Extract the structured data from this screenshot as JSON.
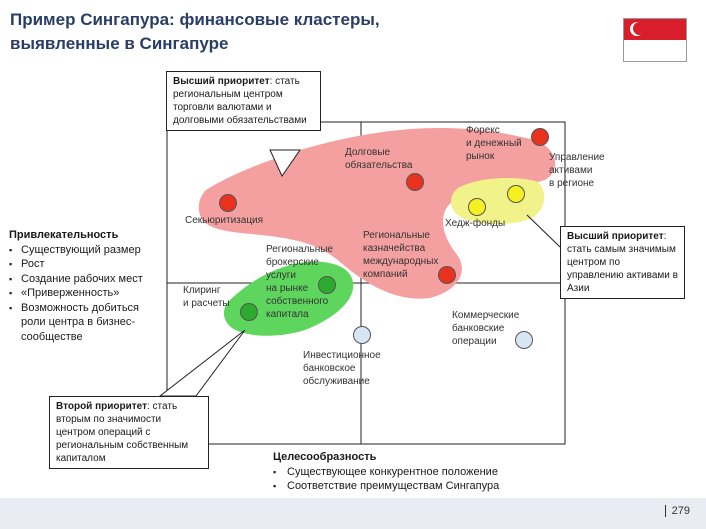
{
  "title": {
    "line1": "Пример Сингапура: финансовые кластеры,",
    "line2": "выявленные в Сингапуре"
  },
  "labels": {
    "dolg": [
      "Долговые",
      "обязательства"
    ],
    "forex": [
      "Форекс",
      "и денежный",
      "рынок"
    ],
    "asset": [
      "Управление",
      "активами",
      "в регионе"
    ],
    "sec": "Секьюритизация",
    "hedge": "Хедж-фонды",
    "broker": [
      "Региональные",
      "брокерские",
      "услуги",
      "на рынке",
      "собственного",
      "капитала"
    ],
    "treasury": [
      "Региональные",
      "казначейства",
      "международных",
      "компаний"
    ],
    "clearing": [
      "Клиринг",
      "и расчеты"
    ],
    "commercial": [
      "Коммерческие",
      "банковские",
      "операции"
    ],
    "investment": [
      "Инвестиционное",
      "банковское",
      "обслуживание"
    ]
  },
  "callouts": {
    "top": {
      "bold": "Высший приоритет",
      "rest": ": стать региональным центром торговли валютами и долговыми обязательствами"
    },
    "right": {
      "bold": "Высший приоритет",
      "rest": ": стать самым значимым центром по управлению активами в Азии"
    },
    "left": {
      "bold": "Второй приоритет",
      "rest": ": стать вторым по значимости центром операций с региональным собственным капиталом"
    }
  },
  "attractiveness": {
    "title": "Привлекательность",
    "items": [
      "Существующий размер",
      "Рост",
      "Создание рабочих мест",
      "«Приверженность»",
      "Возможность добиться роли центра в бизнес-сообществе"
    ]
  },
  "feasibility": {
    "title": "Целесообразность",
    "items": [
      "Существующее конкурентное положение",
      "Соответствие преимуществам Сингапура"
    ]
  },
  "colors": {
    "red_zone": "#f4a0a0",
    "yellow_zone": "#f2f28a",
    "green_zone": "#5ed65e",
    "red_dot": "#e8321e",
    "yellow_dot": "#f5f020",
    "green_dot": "#2eaa2e",
    "blue_dot": "#d6e6f4"
  },
  "page_number": "279"
}
